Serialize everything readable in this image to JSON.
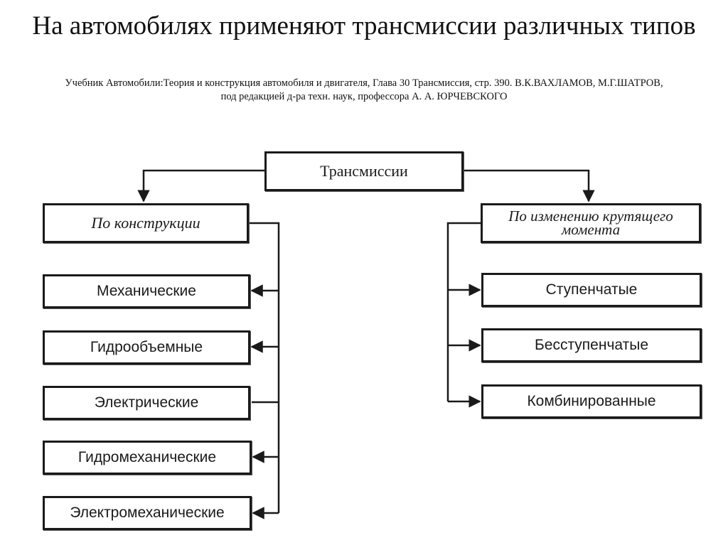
{
  "slide": {
    "title": "На автомобилях применяют трансмиссии различных типов",
    "citation_line1": "Учебник Автомобили:Теория и конструкция автомобиля и двигателя, Глава 30 Трансмиссия, стр. 390.  В.К.ВАХЛАМОВ, М.Г.ШАТРОВ,",
    "citation_line2": "под редакцией  д-ра техн. наук, профессора А. А. ЮРЧЕВСКОГО"
  },
  "diagram": {
    "root": "Трансмиссии",
    "left_group": {
      "label": "По конструкции",
      "items": [
        "Механические",
        "Гидрообъемные",
        "Электрические",
        "Гидромеханические",
        "Электромеханические"
      ]
    },
    "right_group": {
      "label_line1": "По изменению крутящего",
      "label_line2": "момента",
      "items": [
        "Ступенчатые",
        "Бесступенчатые",
        "Комбинированные"
      ]
    }
  },
  "colors": {
    "line": "#1a1a1a",
    "background": "#ffffff"
  }
}
